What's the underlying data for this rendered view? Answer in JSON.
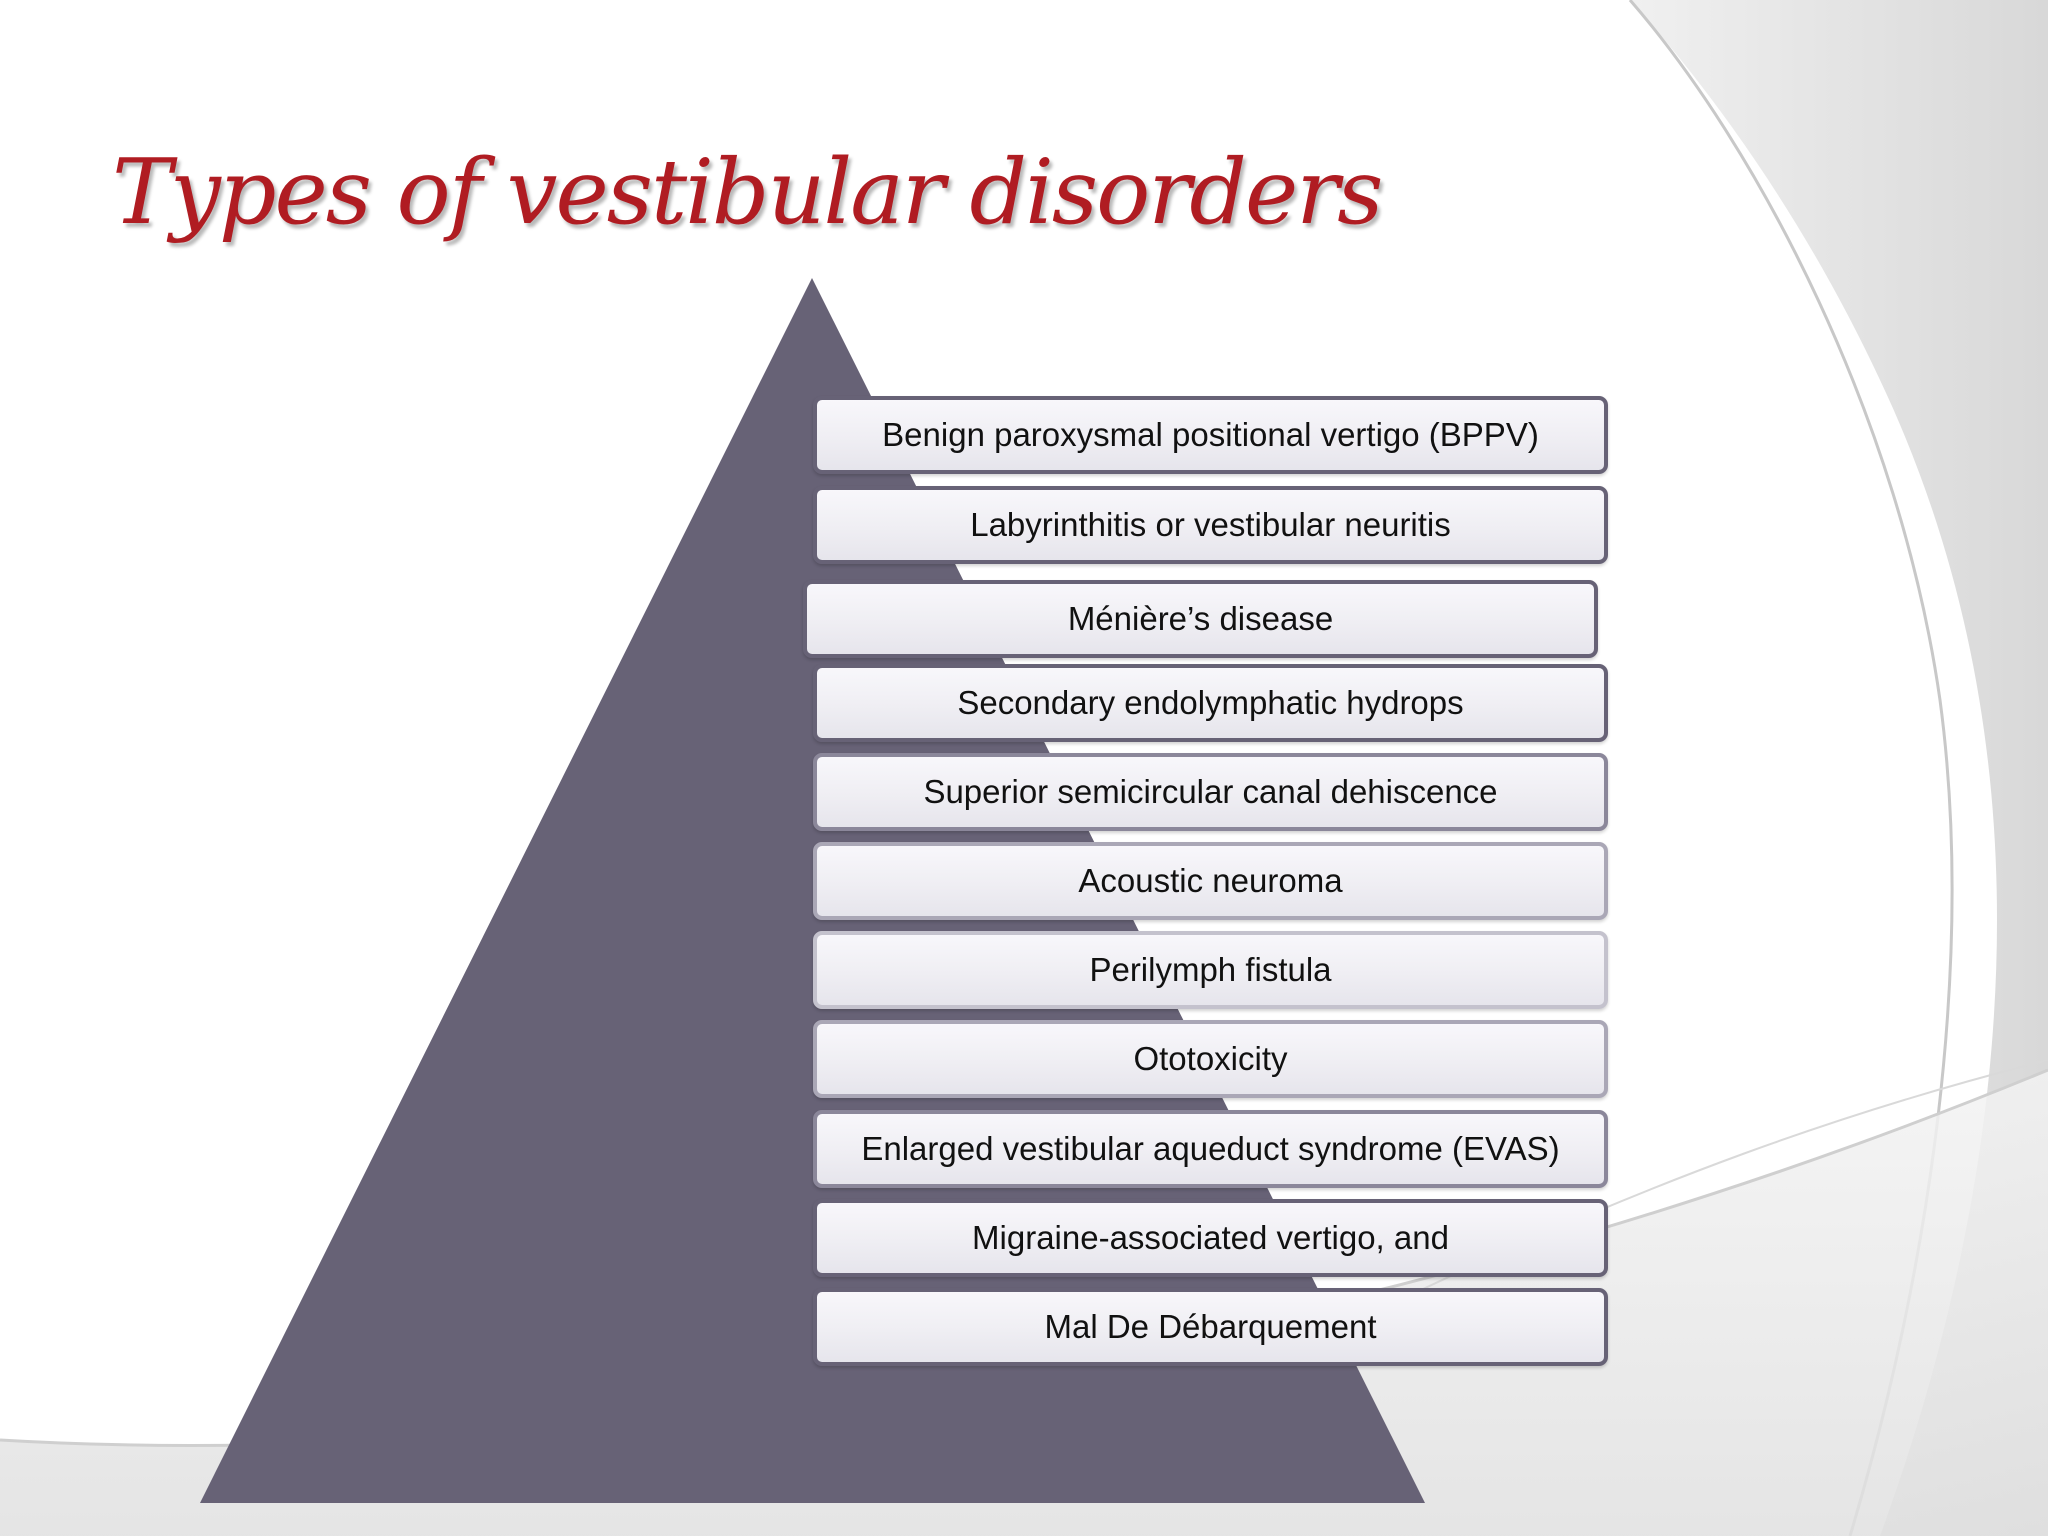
{
  "slide": {
    "title": "Types of vestibular disorders"
  },
  "pyramid": {
    "fill_color": "#676276",
    "items": [
      {
        "label": "Benign paroxysmal positional vertigo (BPPV)"
      },
      {
        "label": "Labyrinthitis or vestibular neuritis"
      },
      {
        "label": "Ménière’s disease"
      },
      {
        "label": "Secondary endolymphatic hydrops"
      },
      {
        "label": "Superior semicircular canal dehiscence"
      },
      {
        "label": "Acoustic neuroma"
      },
      {
        "label": "Perilymph fistula"
      },
      {
        "label": "Ototoxicity"
      },
      {
        "label": "Enlarged vestibular aqueduct syndrome (EVAS)"
      },
      {
        "label": "Migraine-associated vertigo, and"
      },
      {
        "label": "Mal De Débarquement"
      }
    ]
  },
  "colors": {
    "title": "#b01c22",
    "box_border": "#676276"
  }
}
